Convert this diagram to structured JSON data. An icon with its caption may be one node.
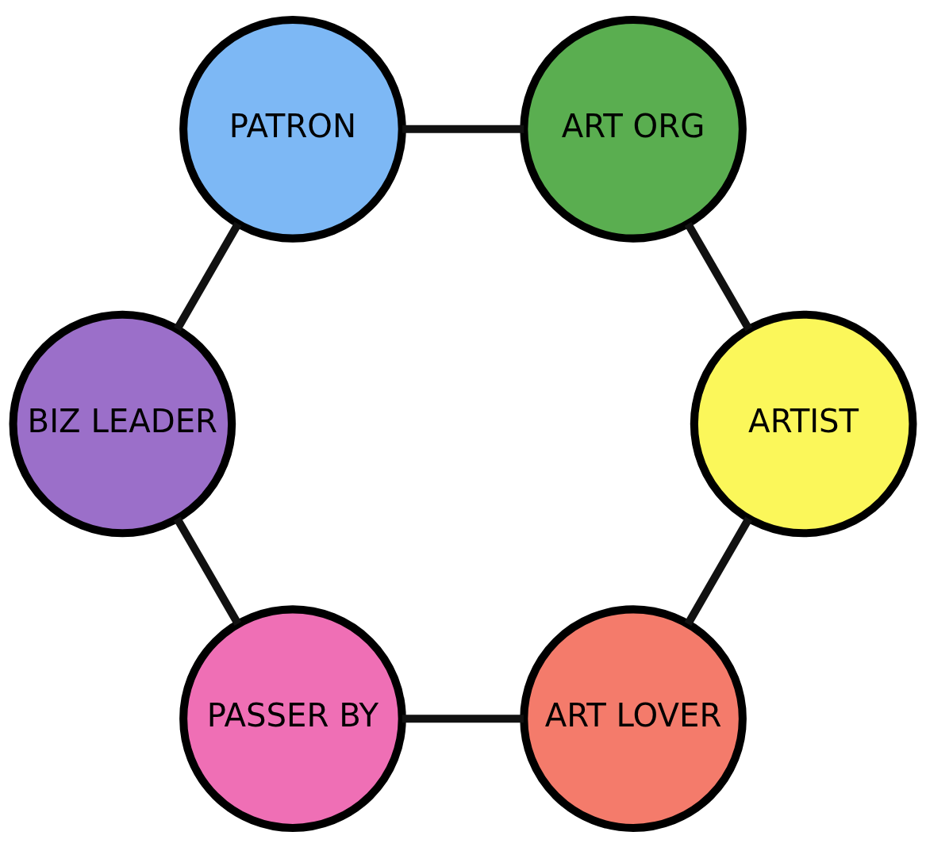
{
  "diagram": {
    "nodes": [
      {
        "text": [
          "ART LOVER"
        ]
      },
      {
        "text": [
          "PASSER BY"
        ]
      },
      {
        "text": [
          "ARTIST"
        ]
      },
      {
        "text": [
          "BIZ LEADER"
        ]
      },
      {
        "text": [
          "ART ORG"
        ]
      },
      {
        "text": [
          "PATRON"
        ]
      }
    ],
    "edges": [
      {
        "from": 0,
        "to": 1,
        "arrow": "none"
      },
      {
        "from": 1,
        "to": 3,
        "arrow": "none"
      },
      {
        "from": 3,
        "to": 5,
        "arrow": "none"
      },
      {
        "from": 5,
        "to": 4,
        "arrow": "none"
      },
      {
        "from": 4,
        "to": 2,
        "arrow": "none"
      },
      {
        "from": 2,
        "to": 0,
        "arrow": "none"
      }
    ]
  }
}
